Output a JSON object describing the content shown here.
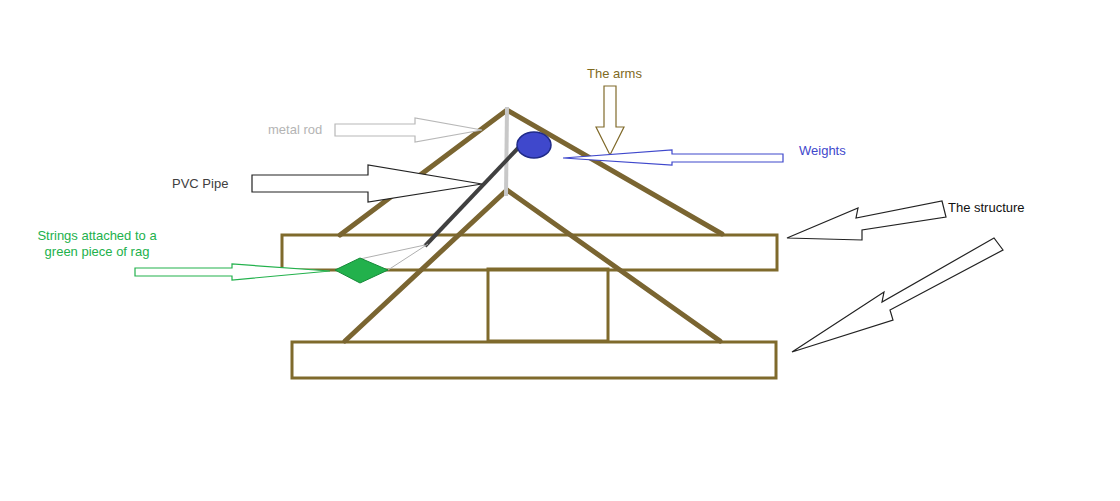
{
  "diagram": {
    "labels": [
      "The arms",
      "metal rod",
      "Weights",
      "PVC Pipe",
      "The structure",
      "Strings attached to a green piece of rag"
    ]
  }
}
